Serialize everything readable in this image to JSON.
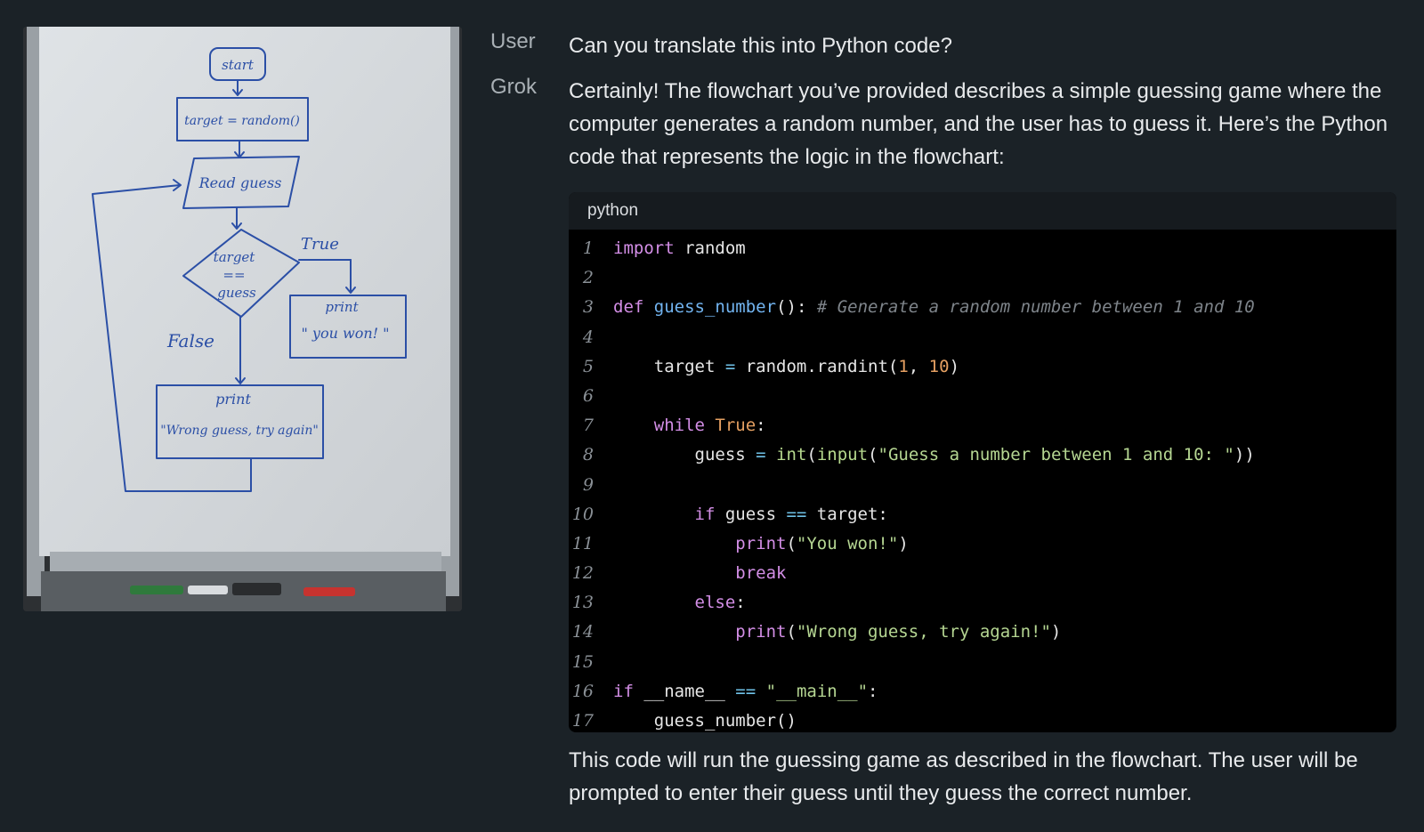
{
  "conversation": {
    "user_label": "User",
    "assistant_label": "Grok",
    "user_message": "Can you translate this into Python code?",
    "assistant_intro": "Certainly! The flowchart you’ve provided describes a simple guessing game where the computer generates a random number, and the user has to guess it. Here’s the Python code that represents the logic in the flowchart:",
    "assistant_outro": "This code will run the guessing game as described in the flowchart. The user will be prompted to enter their guess until they guess the correct number."
  },
  "whiteboard": {
    "start": "start",
    "target_assign": "target = random()",
    "read_guess": "Read guess",
    "decision_line1": "target",
    "decision_line2": "==",
    "decision_line3": "guess",
    "true_label": "True",
    "false_label": "False",
    "print_won_line1": "print",
    "print_won_line2": "\" you won! \"",
    "print_wrong_line1": "print",
    "print_wrong_line2": "\"Wrong guess, try again\""
  },
  "code_block": {
    "language": "python",
    "line_numbers": [
      "1",
      "2",
      "3",
      "4",
      "5",
      "6",
      "7",
      "8",
      "9",
      "10",
      "11",
      "12",
      "13",
      "14",
      "15",
      "16",
      "17"
    ],
    "tokens": {
      "l1_kw": "import",
      "l1_rest": " random",
      "l3_kw": "def",
      "l3_fn": "guess_number",
      "l3_paren": "(): ",
      "l3_cm": "# Generate a random number between 1 and 10",
      "l5_a": "    target ",
      "l5_op": "=",
      "l5_b": " random.randint(",
      "l5_n1": "1",
      "l5_c": ", ",
      "l5_n2": "10",
      "l5_d": ")",
      "l7_kw": "    while",
      "l7_sp": " ",
      "l7_true": "True",
      "l7_colon": ":",
      "l8_a": "        guess ",
      "l8_op": "=",
      "l8_sp": " ",
      "l8_bi1": "int",
      "l8_p1": "(",
      "l8_bi2": "input",
      "l8_p2": "(",
      "l8_str": "\"Guess a number between 1 and 10: \"",
      "l8_p3": "))",
      "l10_kw": "        if",
      "l10_a": " guess ",
      "l10_op": "==",
      "l10_b": " target:",
      "l11_kw": "            print",
      "l11_p1": "(",
      "l11_str": "\"You won!\"",
      "l11_p2": ")",
      "l12_kw": "            break",
      "l13_kw": "        else",
      "l13_colon": ":",
      "l14_kw": "            print",
      "l14_p1": "(",
      "l14_str": "\"Wrong guess, try again!\"",
      "l14_p2": ")",
      "l16_kw": "if",
      "l16_a": " __name__ ",
      "l16_op": "==",
      "l16_sp": " ",
      "l16_str": "\"__main__\"",
      "l16_colon": ":",
      "l17_a": "    guess_number()"
    }
  },
  "colors": {
    "background": "#1b2227",
    "code_background": "#000000",
    "keyword": "#d38ee6",
    "function": "#72b4f0",
    "string": "#b5d692",
    "number": "#e5a062",
    "comment": "#7e848a",
    "marker_ink": "#2b4fa6"
  }
}
